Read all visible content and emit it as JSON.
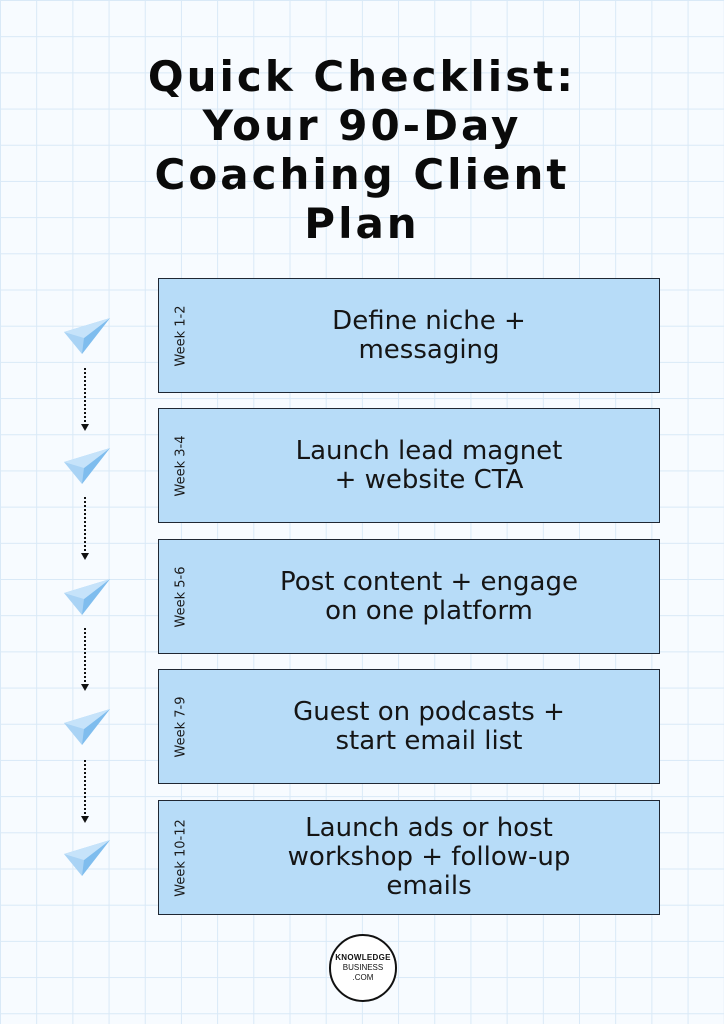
{
  "title": {
    "line1": "Quick Checklist:",
    "line2": "Your 90-Day",
    "line3": "Coaching Client",
    "line4": "Plan"
  },
  "steps": [
    {
      "week": "Week 1-2",
      "lines": [
        "Define niche +",
        "messaging"
      ]
    },
    {
      "week": "Week 3-4",
      "lines": [
        "Launch lead magnet",
        "+ website CTA"
      ]
    },
    {
      "week": "Week 5-6",
      "lines": [
        "Post content + engage",
        "on one platform"
      ]
    },
    {
      "week": "Week 7-9",
      "lines": [
        "Guest on podcasts +",
        "start email list"
      ]
    },
    {
      "week": "Week 10-12",
      "lines": [
        "Launch ads or host",
        "workshop + follow-up",
        "emails"
      ]
    }
  ],
  "logo": {
    "line1": "KNOWLEDGE",
    "line2": "BUSINESS",
    "line3": ".COM"
  },
  "colors": {
    "card": "#b7dcf8",
    "plane": "#a9d3f5",
    "grid": "#d9e9f7"
  },
  "icons": {
    "step": "paper-plane-icon",
    "connector": "dotted-arrow-down-icon"
  }
}
